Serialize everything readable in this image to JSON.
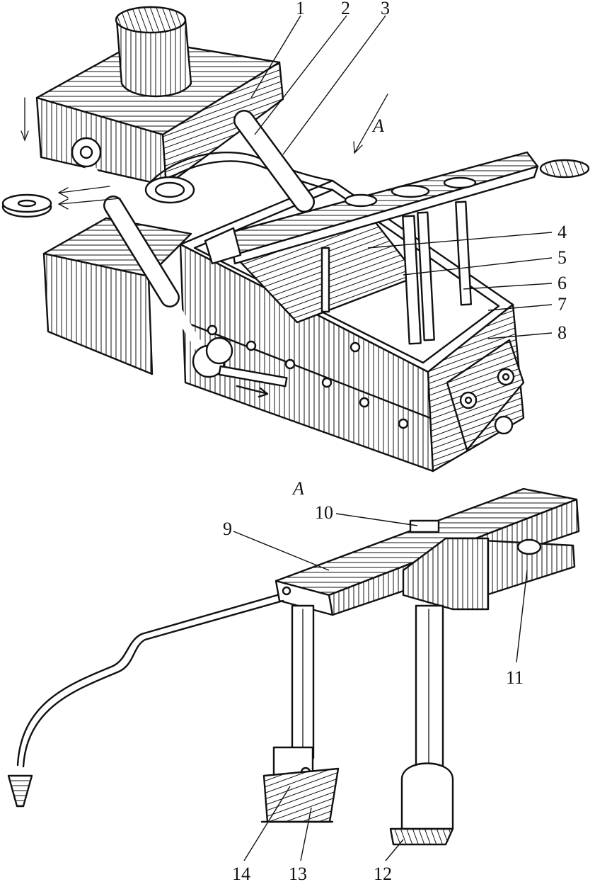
{
  "labels": {
    "n1": "1",
    "n2": "2",
    "n3": "3",
    "n4": "4",
    "n5": "5",
    "n6": "6",
    "n7": "7",
    "n8": "8",
    "n9": "9",
    "n10": "10",
    "n11": "11",
    "n12": "12",
    "n13": "13",
    "n14": "14",
    "view_arrow": "A",
    "view_title": "A"
  }
}
